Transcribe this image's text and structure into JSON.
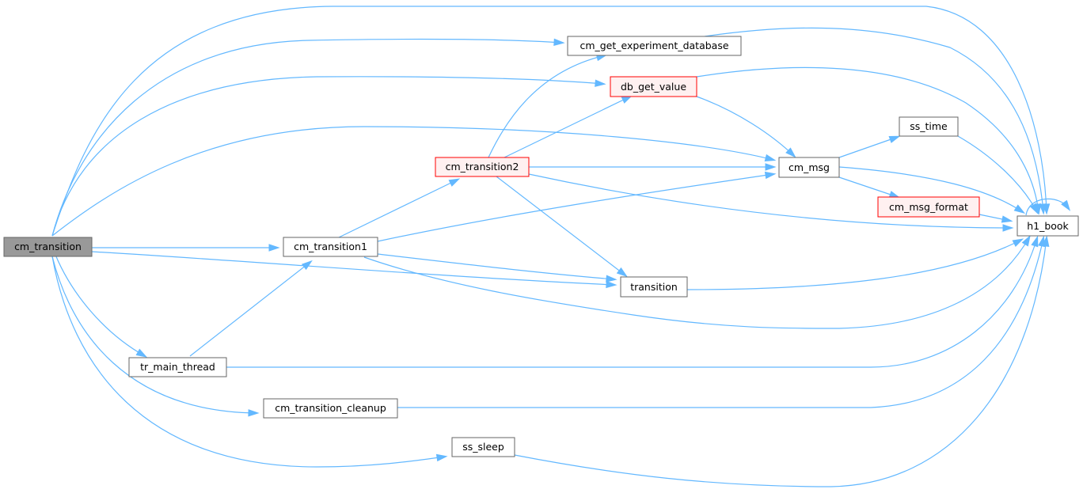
{
  "colors": {
    "edge": "#63b8ff",
    "node_border": "#666666",
    "node_fill": "#ffffff",
    "root_fill": "#999999",
    "undocumented_border": "#ff0000",
    "undocumented_fill": "#fff0f0"
  },
  "nodes": {
    "cm_transition": {
      "label": "cm_transition",
      "style": "root"
    },
    "cm_transition1": {
      "label": "cm_transition1",
      "style": "normal"
    },
    "tr_main_thread": {
      "label": "tr_main_thread",
      "style": "normal"
    },
    "cm_transition_cleanup": {
      "label": "cm_transition_cleanup",
      "style": "normal"
    },
    "ss_sleep": {
      "label": "ss_sleep",
      "style": "normal"
    },
    "cm_transition2": {
      "label": "cm_transition2",
      "style": "red"
    },
    "cm_get_experiment_database": {
      "label": "cm_get_experiment_database",
      "style": "normal"
    },
    "db_get_value": {
      "label": "db_get_value",
      "style": "red"
    },
    "transition": {
      "label": "transition",
      "style": "normal"
    },
    "cm_msg": {
      "label": "cm_msg",
      "style": "normal"
    },
    "ss_time": {
      "label": "ss_time",
      "style": "normal"
    },
    "cm_msg_format": {
      "label": "cm_msg_format",
      "style": "red"
    },
    "h1_book": {
      "label": "h1_book",
      "style": "normal"
    }
  },
  "edges": [
    [
      "cm_transition",
      "h1_book"
    ],
    [
      "cm_transition",
      "cm_get_experiment_database"
    ],
    [
      "cm_transition",
      "db_get_value"
    ],
    [
      "cm_transition",
      "cm_msg"
    ],
    [
      "cm_transition",
      "cm_transition1"
    ],
    [
      "cm_transition",
      "transition"
    ],
    [
      "cm_transition",
      "tr_main_thread"
    ],
    [
      "cm_transition",
      "cm_transition_cleanup"
    ],
    [
      "cm_transition",
      "ss_sleep"
    ],
    [
      "cm_transition1",
      "cm_transition2"
    ],
    [
      "cm_transition1",
      "cm_msg"
    ],
    [
      "cm_transition1",
      "transition"
    ],
    [
      "cm_transition1",
      "h1_book"
    ],
    [
      "tr_main_thread",
      "cm_transition1"
    ],
    [
      "tr_main_thread",
      "h1_book"
    ],
    [
      "cm_transition_cleanup",
      "h1_book"
    ],
    [
      "ss_sleep",
      "h1_book"
    ],
    [
      "cm_transition2",
      "cm_get_experiment_database"
    ],
    [
      "cm_transition2",
      "db_get_value"
    ],
    [
      "cm_transition2",
      "cm_msg"
    ],
    [
      "cm_transition2",
      "transition"
    ],
    [
      "cm_transition2",
      "h1_book"
    ],
    [
      "cm_get_experiment_database",
      "h1_book"
    ],
    [
      "db_get_value",
      "cm_msg"
    ],
    [
      "db_get_value",
      "h1_book"
    ],
    [
      "transition",
      "h1_book"
    ],
    [
      "cm_msg",
      "ss_time"
    ],
    [
      "cm_msg",
      "cm_msg_format"
    ],
    [
      "cm_msg",
      "h1_book"
    ],
    [
      "ss_time",
      "h1_book"
    ],
    [
      "cm_msg_format",
      "h1_book"
    ],
    [
      "h1_book",
      "h1_book"
    ]
  ]
}
